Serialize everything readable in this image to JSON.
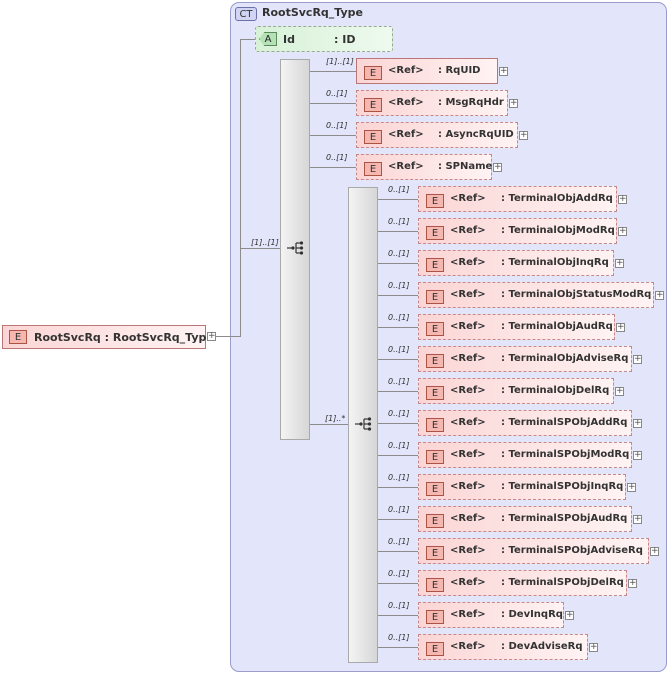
{
  "complex_type": {
    "badge": "CT",
    "name": "RootSvcRq_Type"
  },
  "attribute": {
    "badge": "A",
    "name": "Id",
    "type": ": ID"
  },
  "root": {
    "badge": "E",
    "label": "RootSvcRq : RootSvcRq_Type"
  },
  "sequence_cardinality": "[1]..[1]",
  "choice_cardinality": "[1]..*",
  "ref_label": "<Ref>",
  "element_badge": "E",
  "seq_elements": [
    {
      "card": "[1]..[1]",
      "name": ": RqUID"
    },
    {
      "card": "0..[1]",
      "name": ": MsgRqHdr"
    },
    {
      "card": "0..[1]",
      "name": ": AsyncRqUID"
    },
    {
      "card": "0..[1]",
      "name": ": SPName"
    }
  ],
  "choice_elements": [
    {
      "card": "0..[1]",
      "name": ": TerminalObjAddRq"
    },
    {
      "card": "0..[1]",
      "name": ": TerminalObjModRq"
    },
    {
      "card": "0..[1]",
      "name": ": TerminalObjInqRq"
    },
    {
      "card": "0..[1]",
      "name": ": TerminalObjStatusModRq"
    },
    {
      "card": "0..[1]",
      "name": ": TerminalObjAudRq"
    },
    {
      "card": "0..[1]",
      "name": ": TerminalObjAdviseRq"
    },
    {
      "card": "0..[1]",
      "name": ": TerminalObjDelRq"
    },
    {
      "card": "0..[1]",
      "name": ": TerminalSPObjAddRq"
    },
    {
      "card": "0..[1]",
      "name": ": TerminalSPObjModRq"
    },
    {
      "card": "0..[1]",
      "name": ": TerminalSPObjInqRq"
    },
    {
      "card": "0..[1]",
      "name": ": TerminalSPObjAudRq"
    },
    {
      "card": "0..[1]",
      "name": ": TerminalSPObjAdviseRq"
    },
    {
      "card": "0..[1]",
      "name": ": TerminalSPObjDelRq"
    },
    {
      "card": "0..[1]",
      "name": ": DevInqRq"
    },
    {
      "card": "0..[1]",
      "name": ": DevAdviseRq"
    }
  ]
}
